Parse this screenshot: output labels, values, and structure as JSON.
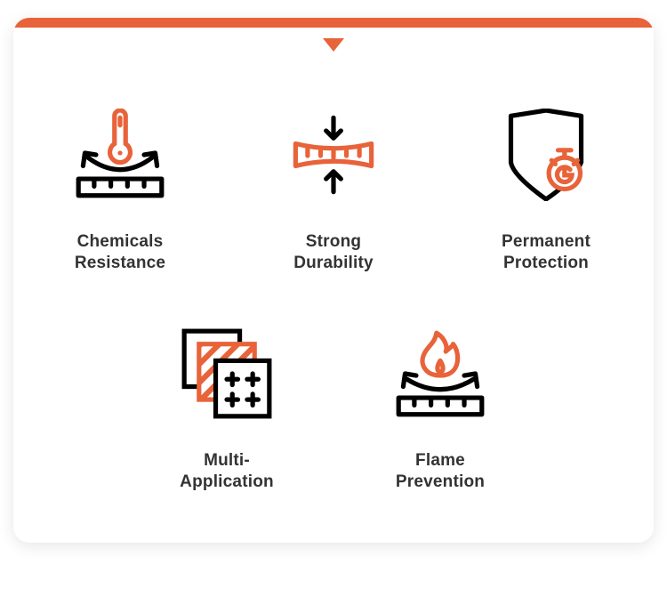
{
  "colors": {
    "accent": "#e8633a",
    "ink": "#000000",
    "text": "#333333"
  },
  "features": [
    {
      "icon": "thermometer-ruler-icon",
      "line1": "Chemicals",
      "line2": "Resistance"
    },
    {
      "icon": "compress-ruler-icon",
      "line1": "Strong",
      "line2": "Durability"
    },
    {
      "icon": "shield-stopwatch-icon",
      "line1": "Permanent",
      "line2": "Protection"
    },
    {
      "icon": "layered-panels-icon",
      "line1": "Multi-",
      "line2": "Application"
    },
    {
      "icon": "flame-ruler-icon",
      "line1": "Flame",
      "line2": "Prevention"
    }
  ]
}
